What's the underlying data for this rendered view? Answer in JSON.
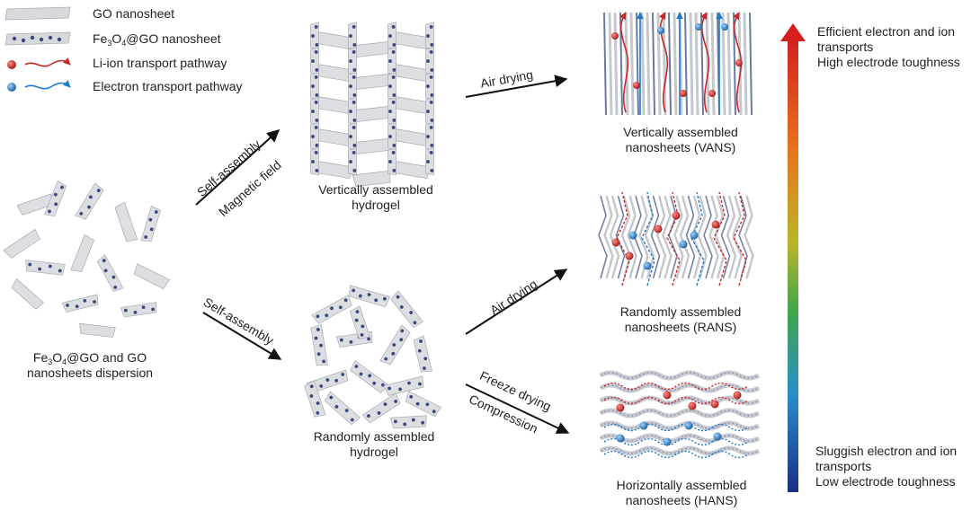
{
  "legend": {
    "go": "GO nanosheet",
    "fe_prefix": "Fe",
    "fe_sub1": "3",
    "fe_mid": "O",
    "fe_sub2": "4",
    "fe_suffix": "@GO nanosheet",
    "li": "Li-ion transport pathway",
    "electron": "Electron transport pathway"
  },
  "dispersion": {
    "line1_prefix": "Fe",
    "line1_sub1": "3",
    "line1_mid": "O",
    "line1_sub2": "4",
    "line1_suffix": "@GO and GO",
    "line2": "nanosheets dispersion"
  },
  "arrows": {
    "self_assembly_top": "Self-assembly",
    "magnetic_field": "Magnetic field",
    "self_assembly_bottom": "Self-assembly",
    "air_drying_top": "Air drying",
    "air_drying_mid": "Air drying",
    "freeze_drying": "Freeze drying",
    "compression": "Compression"
  },
  "hydrogels": {
    "vertical_line1": "Vertically assembled",
    "vertical_line2": "hydrogel",
    "random_line1": "Randomly assembled",
    "random_line2": "hydrogel"
  },
  "products": {
    "vans_line1": "Vertically assembled",
    "vans_line2": "nanosheets (VANS)",
    "rans_line1": "Randomly assembled",
    "rans_line2": "nanosheets (RANS)",
    "hans_line1": "Horizontally assembled",
    "hans_line2": "nanosheets (HANS)"
  },
  "scale": {
    "top_line1": "Efficient electron and ion",
    "top_line2": "transports",
    "top_line3": "High electrode toughness",
    "bottom_line1": "Sluggish electron and ion",
    "bottom_line2": "transports",
    "bottom_line3": "Low electrode toughness"
  },
  "colors": {
    "li_ion": "#c62828",
    "electron": "#1f78c8",
    "sheet": "#c9ccd1",
    "dot": "#3a4a7a",
    "gradient": [
      "#d61f1f",
      "#e8761c",
      "#b9b52a",
      "#3fa64a",
      "#2a8fc9",
      "#1a2f8a"
    ]
  }
}
